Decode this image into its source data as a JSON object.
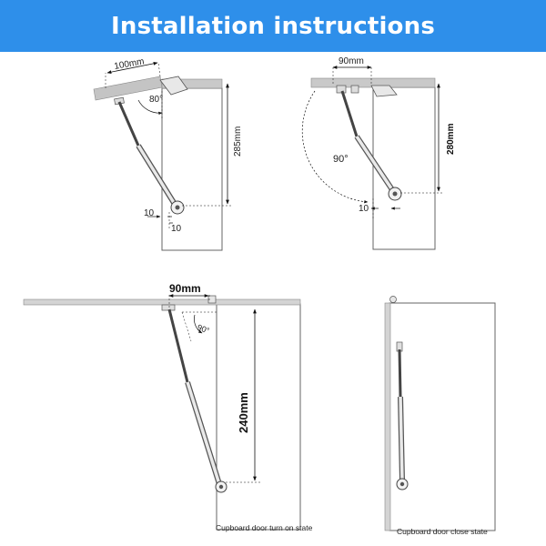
{
  "banner": {
    "title": "Installation instructions",
    "color": "#2e8fea"
  },
  "diagram1": {
    "width_label": "100mm",
    "angle_label": "80°",
    "height_label": "285mm",
    "offset_x_label": "10",
    "offset_y_label": "10"
  },
  "diagram2": {
    "width_label": "90mm",
    "angle_label": "90°",
    "height_label": "280mm",
    "offset_label": "10"
  },
  "diagram3": {
    "width_label": "90mm",
    "angle_label": "90°",
    "height_label": "240mm",
    "caption": "Cupboard door turn on state"
  },
  "diagram4": {
    "caption": "Cupboard door close state"
  }
}
